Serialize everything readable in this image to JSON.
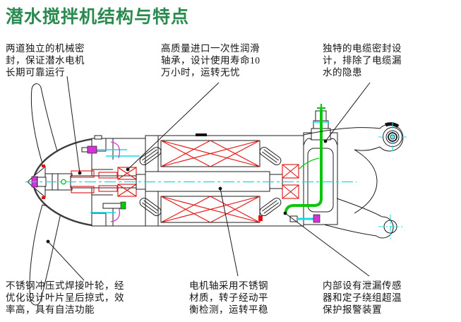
{
  "title": "潜水搅拌机结构与特点",
  "callouts": {
    "mechanical_seal": {
      "text": "两道独立的机械密\n封，保证潜水电机\n长期可靠运行"
    },
    "bearing": {
      "text": "高质量进口一次性润滑\n轴承，设计使用寿命10\n万小时，运转无忧"
    },
    "cable_seal": {
      "text": "独特的电缆密封设\n计，排除了电缆漏\n水的隐患"
    },
    "impeller": {
      "text": "不锈钢冲压式焊接叶轮，经\n优化设计叶片呈后掠式，效\n率高，具有自洁功能"
    },
    "motor_shaft": {
      "text": "电机轴采用不锈钢\n材质，转子经动平\n衡检测，运转平稳"
    },
    "leak_sensor": {
      "text": "内部设有泄漏传感\n器和定子绕组超温\n保护报警装置"
    }
  },
  "colors": {
    "background": "#ffffff",
    "title_green": "#2b8a50",
    "line_black": "#1c1c1c",
    "cad_red": "#e01212",
    "cad_cyan": "#17d8e8",
    "cad_green": "#0cc60c",
    "cad_magenta": "#d633d6"
  }
}
